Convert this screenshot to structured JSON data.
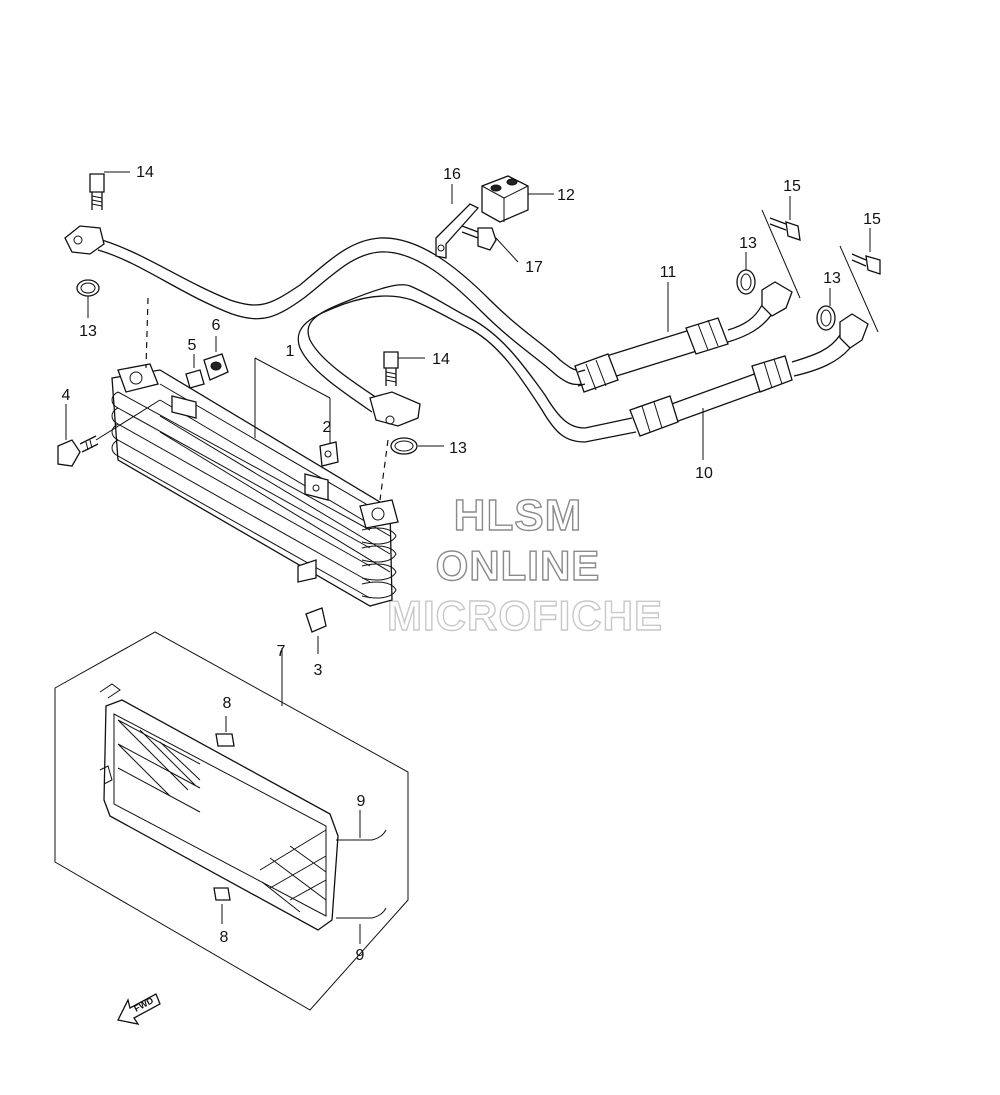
{
  "watermark": {
    "line1": "HLSM",
    "line2": "ONLINE",
    "line3": "MICROFICHE"
  },
  "fwd_label": "FWD",
  "callouts": {
    "c1": "1",
    "c2": "2",
    "c3": "3",
    "c4": "4",
    "c5": "5",
    "c6": "6",
    "c7": "7",
    "c8a": "8",
    "c8b": "8",
    "c9a": "9",
    "c9b": "9",
    "c10": "10",
    "c11": "11",
    "c12": "12",
    "c13a": "13",
    "c13b": "13",
    "c13c": "13",
    "c13d": "13",
    "c14a": "14",
    "c14b": "14",
    "c15a": "15",
    "c15b": "15",
    "c16": "16",
    "c17": "17"
  }
}
